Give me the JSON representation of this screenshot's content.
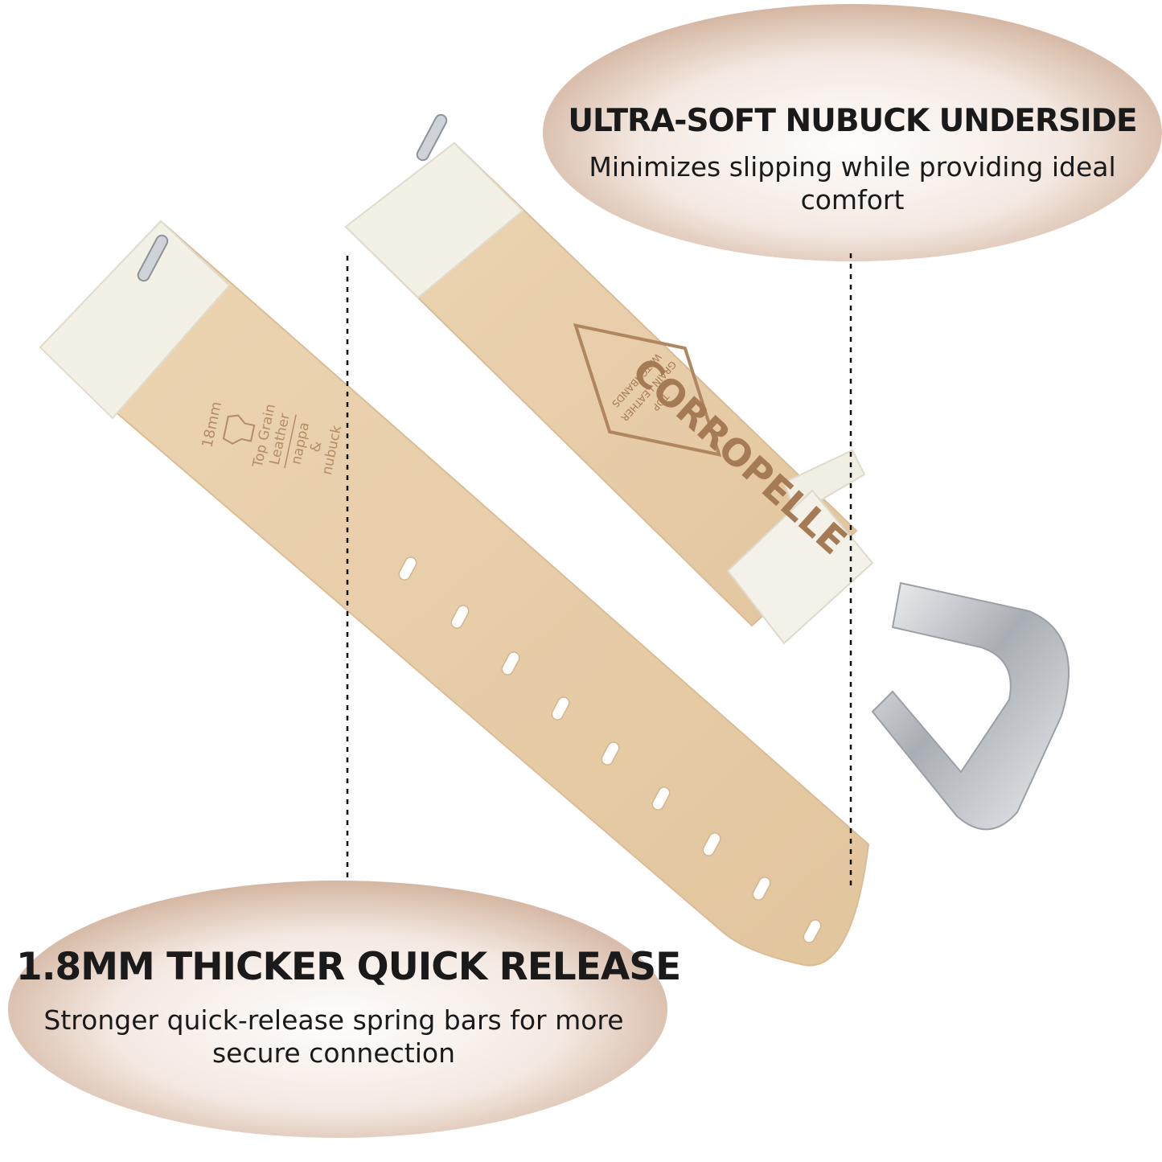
{
  "callouts": {
    "top": {
      "headline": "ULTRA-SOFT NUBUCK UNDERSIDE",
      "subline": "Minimizes slipping while providing ideal comfort"
    },
    "bottom": {
      "headline": "1.8MM THICKER QUICK RELEASE",
      "subline": "Stronger quick-release spring bars for more secure connection"
    }
  },
  "strap_stamp": {
    "width": "18mm",
    "line1": "Top Grain",
    "line2": "Leather",
    "line3": "nappa",
    "line4": "&",
    "line5": "nubuck"
  },
  "brand_stamp": {
    "brand": "CORROPELLE",
    "line1": "TOP",
    "line2": "GRAIN LEATHER",
    "line3": "WATCHBANDS"
  },
  "colors": {
    "leather_white": "#f3f0e6",
    "nubuck_tan": "#e8cfab",
    "bubble_dark": "#c9a58c",
    "bubble_light": "#fdfaf7",
    "metal": "#c8ccd1"
  }
}
